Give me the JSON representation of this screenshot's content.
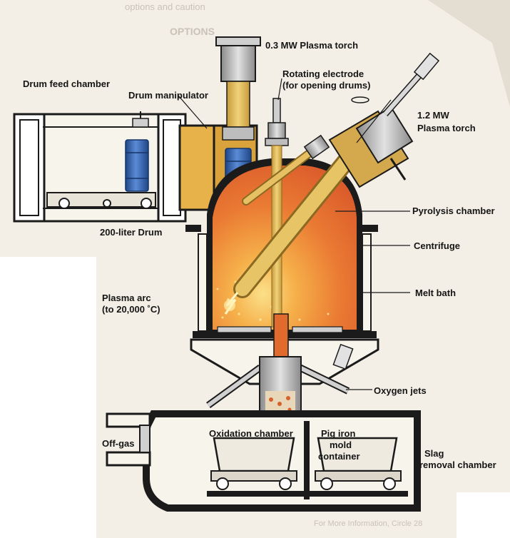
{
  "labels": {
    "plasma_torch_small": "0.3 MW Plasma torch",
    "drum_feed_chamber": "Drum feed chamber",
    "drum_manipulator": "Drum manipulator",
    "rotating_electrode_line1": "Rotating electrode",
    "rotating_electrode_line2": "(for opening drums)",
    "plasma_torch_large_line1": "1.2 MW",
    "plasma_torch_large_line2": "Plasma torch",
    "pyrolysis_chamber": "Pyrolysis chamber",
    "drum_200_liter": "200-liter Drum",
    "centrifuge": "Centrifuge",
    "plasma_arc_line1": "Plasma arc",
    "plasma_arc_line2": "(to 20,000 ˚C)",
    "melt_bath": "Melt bath",
    "oxygen_jets": "Oxygen jets",
    "off_gas": "Off-gas",
    "oxidation_chamber": "Oxidation chamber",
    "pig_iron_line1": "Pig iron",
    "pig_iron_line2": "mold",
    "pig_iron_line3": "container",
    "slag_line1": "Slag",
    "slag_line2": "removal chamber"
  },
  "background_text": {
    "top_caption": "options and caution",
    "options_heading": "OPTIONS",
    "footer_note": "For More Information, Circle 28"
  },
  "colors": {
    "furnace_outline": "#1b1b1b",
    "melt_orange": "#e4692b",
    "melt_hot": "#f6b04a",
    "torch_tan": "#d9b352",
    "drum_blue": "#2f5da8",
    "steel_gray": "#9a9a9a",
    "paper": "#f3efe6"
  }
}
